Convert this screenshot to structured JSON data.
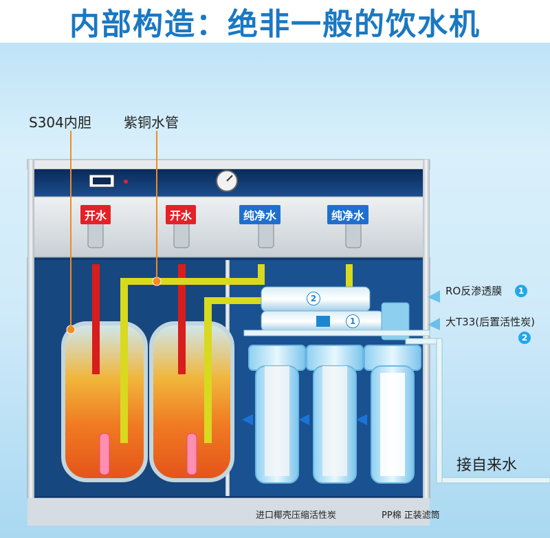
{
  "title": "内部构造：绝非一般的饮水机",
  "callouts": {
    "tank_liner": "S304内胆",
    "copper_pipe": "紫铜水管",
    "ro_membrane": "RO反渗透膜",
    "ro_badge": "1",
    "t33": "大T33(后置活性炭)",
    "t33_badge": "2",
    "inlet": "接自来水",
    "filter_left": "进口椰壳压缩活性炭",
    "filter_right": "PP棉 正装滤筒"
  },
  "taps": [
    {
      "label": "开水",
      "color": "#e32227"
    },
    {
      "label": "开水",
      "color": "#e32227"
    },
    {
      "label": "纯净水",
      "color": "#1f6fd0"
    },
    {
      "label": "纯净水",
      "color": "#1f6fd0"
    }
  ],
  "inline_badges": {
    "membrane_upper": "2",
    "membrane_lower": "1"
  },
  "colors": {
    "title": "#1a78c2",
    "hot": "#e32227",
    "pure": "#1f6fd0",
    "pipe": "#d9d91f",
    "badge": "#22a7e8"
  }
}
